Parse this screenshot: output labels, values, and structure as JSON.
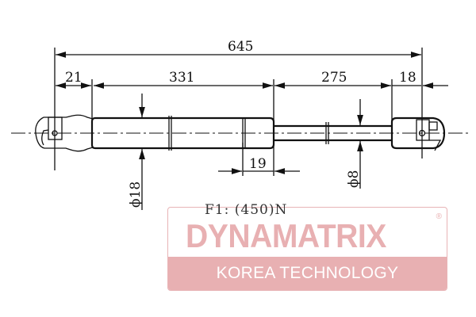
{
  "drawing": {
    "title": "Gas spring dimensional drawing",
    "dimensions": {
      "overall_length": "645",
      "left_end": "21",
      "cylinder_length": "331",
      "rod_length": "275",
      "right_end": "18",
      "cap_length": "19",
      "cylinder_diameter": "ϕ18",
      "rod_diameter": "ϕ8"
    },
    "force_label": "F1:  (450)N"
  },
  "logo": {
    "brand": "DYNAMATRIX",
    "registered": "®",
    "tagline": "KOREA TECHNOLOGY",
    "color": "#e8b0b2"
  }
}
